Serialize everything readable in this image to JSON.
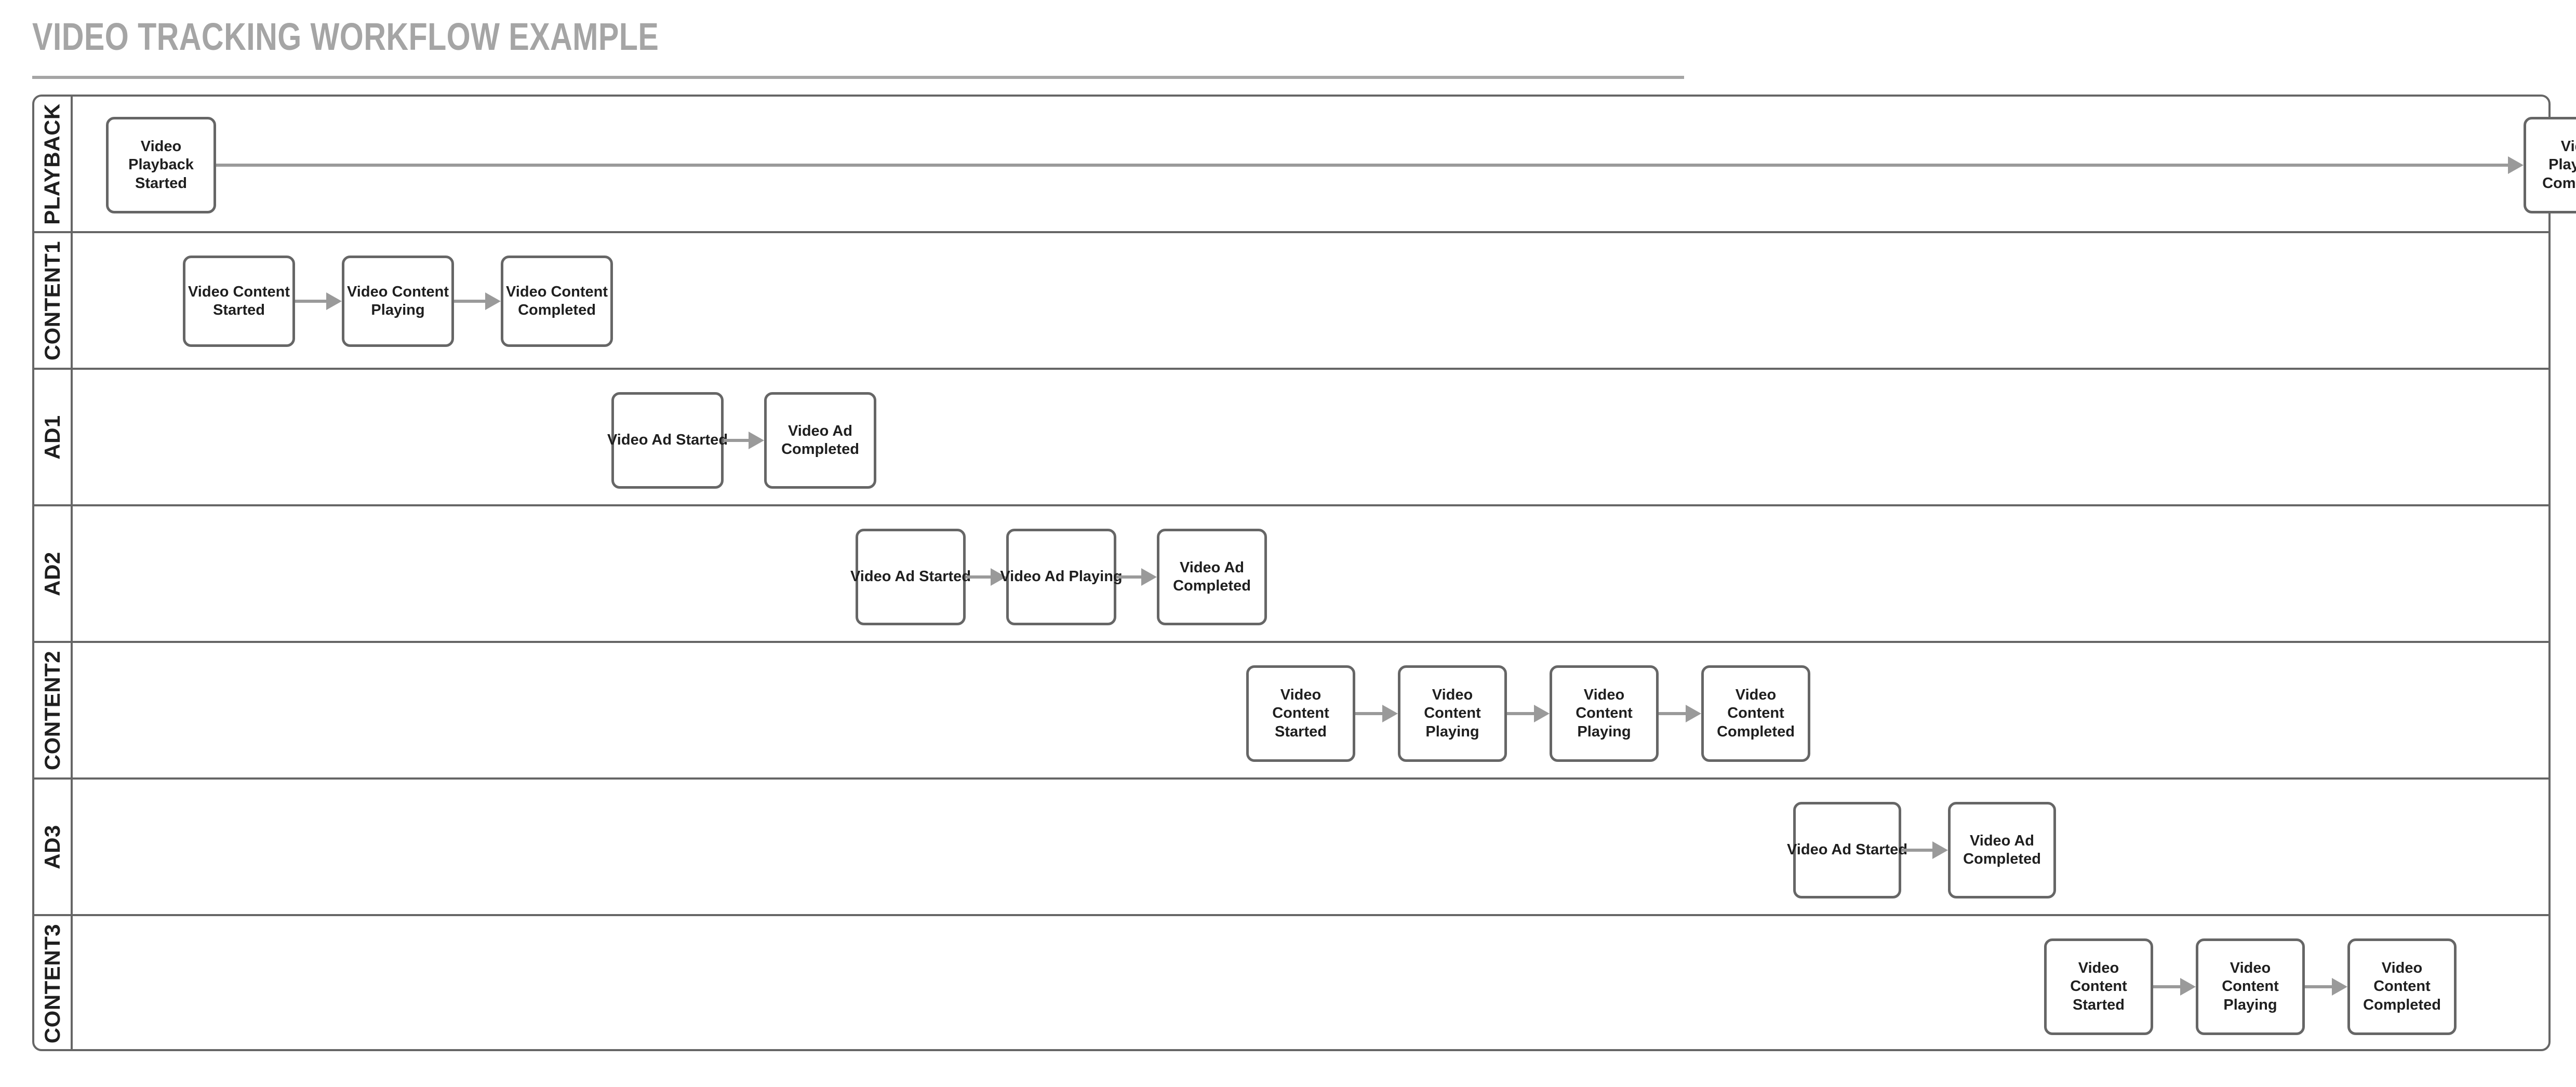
{
  "title": "VIDEO TRACKING WORKFLOW EXAMPLE",
  "diagram": {
    "type": "swimlane-flowchart",
    "lanes": [
      {
        "id": "playback",
        "label": "PLAYBACK",
        "nodes": [
          {
            "label": "Video Playback\nStarted"
          },
          {
            "label": "Video Playback\nCompleted"
          }
        ],
        "connectors": [
          {
            "from": "Video Playback Started",
            "to": "Video Playback Completed"
          }
        ]
      },
      {
        "id": "content1",
        "label": "CONTENT1",
        "nodes": [
          {
            "label": "Video Content\nStarted"
          },
          {
            "label": "Video Content\nPlaying"
          },
          {
            "label": "Video Content\nCompleted"
          }
        ],
        "connectors": [
          {
            "from": "Video Content Started",
            "to": "Video Content Playing"
          },
          {
            "from": "Video Content Playing",
            "to": "Video Content Completed"
          }
        ]
      },
      {
        "id": "ad1",
        "label": "AD1",
        "nodes": [
          {
            "label": "Video Ad Started"
          },
          {
            "label": "Video Ad\nCompleted"
          }
        ],
        "connectors": [
          {
            "from": "Video Ad Started",
            "to": "Video Ad Completed"
          }
        ]
      },
      {
        "id": "ad2",
        "label": "AD2",
        "nodes": [
          {
            "label": "Video Ad Started"
          },
          {
            "label": "Video Ad Playing"
          },
          {
            "label": "Video Ad\nCompleted"
          }
        ],
        "connectors": [
          {
            "from": "Video Ad Started",
            "to": "Video Ad Playing"
          },
          {
            "from": "Video Ad Playing",
            "to": "Video Ad Completed"
          }
        ]
      },
      {
        "id": "content2",
        "label": "CONTENT2",
        "nodes": [
          {
            "label": "Video Content\nStarted"
          },
          {
            "label": "Video Content\nPlaying"
          },
          {
            "label": "Video Content\nPlaying"
          },
          {
            "label": "Video Content\nCompleted"
          }
        ],
        "connectors": [
          {
            "from": "Video Content Started",
            "to": "Video Content Playing"
          },
          {
            "from": "Video Content Playing",
            "to": "Video Content Playing"
          },
          {
            "from": "Video Content Playing",
            "to": "Video Content Completed"
          }
        ]
      },
      {
        "id": "ad3",
        "label": "AD3",
        "nodes": [
          {
            "label": "Video Ad Started"
          },
          {
            "label": "Video Ad\nCompleted"
          }
        ],
        "connectors": [
          {
            "from": "Video Ad Started",
            "to": "Video Ad Completed"
          }
        ]
      },
      {
        "id": "content3",
        "label": "CONTENT3",
        "nodes": [
          {
            "label": "Video Content\nStarted"
          },
          {
            "label": "Video Content\nPlaying"
          },
          {
            "label": "Video Content\nCompleted"
          }
        ],
        "connectors": [
          {
            "from": "Video Content Started",
            "to": "Video Content Playing"
          },
          {
            "from": "Video Content Playing",
            "to": "Video Content Completed"
          }
        ]
      }
    ]
  },
  "colors": {
    "title": "#a5a5a5",
    "lane_border": "#666666",
    "node_border": "#666666",
    "node_text": "#1f1f1f",
    "connector": "#9a9a9a",
    "background": "#ffffff"
  }
}
